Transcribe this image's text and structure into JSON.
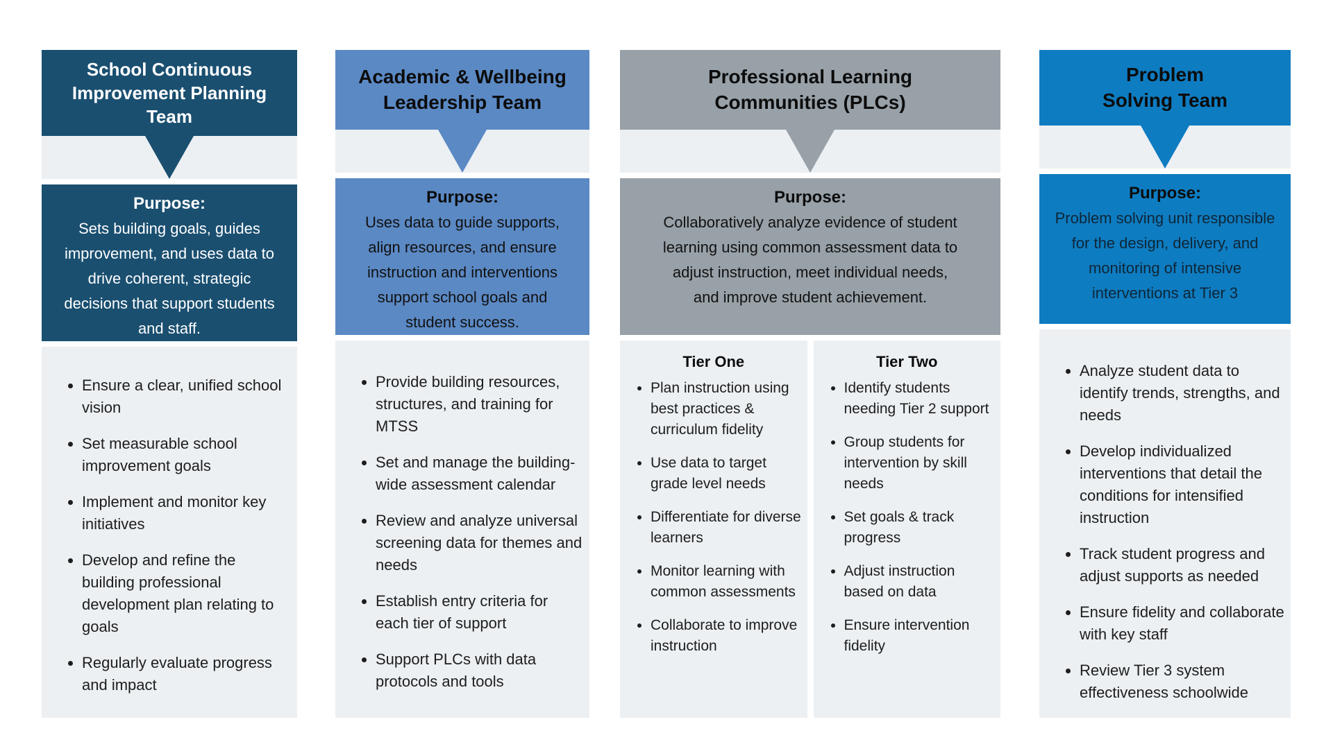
{
  "colors": {
    "col1_dark_navy": "#1a4f70",
    "col2_medium_blue": "#5b89c4",
    "col3_gray": "#98a1a8",
    "col4_bright_blue": "#0e7cc1",
    "panel_background": "#ecf0f3",
    "body_text": "#1d1d1d",
    "col1_text": "#ffffff"
  },
  "columns": [
    {
      "title": "School Continuous\nImprovement Planning\nTeam",
      "purpose_label": "Purpose:",
      "purpose": "Sets building goals, guides\nimprovement, and uses data to\ndrive coherent, strategic\ndecisions that support students\nand staff.",
      "bullets": [
        "Ensure a clear, unified school vision",
        "Set measurable school improvement goals",
        "Implement and monitor key initiatives",
        "Develop and refine the building professional development plan relating to goals",
        "Regularly evaluate progress and impact"
      ]
    },
    {
      "title": "Academic & Wellbeing\nLeadership Team",
      "purpose_label": "Purpose:",
      "purpose": "Uses data to guide supports,\nalign resources, and ensure\ninstruction and interventions\nsupport school goals and\nstudent success.",
      "bullets": [
        "Provide building resources, structures, and training for MTSS",
        "Set and manage the building-wide assessment calendar",
        "Review and analyze universal screening data for themes and needs",
        "Establish entry criteria for each tier of support",
        "Support PLCs with data protocols and tools"
      ]
    },
    {
      "title": "Professional Learning\nCommunities (PLCs)",
      "purpose_label": "Purpose:",
      "purpose": "Collaboratively analyze evidence of student\nlearning using common assessment data to\nadjust instruction, meet individual needs,\nand improve student achievement.",
      "tiers": [
        {
          "label": "Tier One",
          "bullets": [
            "Plan instruction using best practices & curriculum fidelity",
            "Use data to target grade level needs",
            "Differentiate for diverse learners",
            "Monitor learning with common assessments",
            "Collaborate to improve instruction"
          ]
        },
        {
          "label": "Tier Two",
          "bullets": [
            "Identify students needing Tier 2 support",
            "Group students for intervention by skill needs",
            "Set goals & track progress",
            "Adjust instruction based on data",
            "Ensure intervention fidelity"
          ]
        }
      ]
    },
    {
      "title": "Problem\nSolving Team",
      "purpose_label": "Purpose:",
      "purpose": "Problem solving unit responsible\nfor the design, delivery, and\nmonitoring of intensive\ninterventions at Tier 3",
      "bullets": [
        "Analyze student data to identify trends, strengths, and needs",
        "Develop individualized interventions that detail the conditions for intensified instruction",
        "Track student progress and adjust supports as needed",
        "Ensure fidelity and collaborate with key staff",
        "Review Tier 3 system effectiveness schoolwide"
      ]
    }
  ]
}
